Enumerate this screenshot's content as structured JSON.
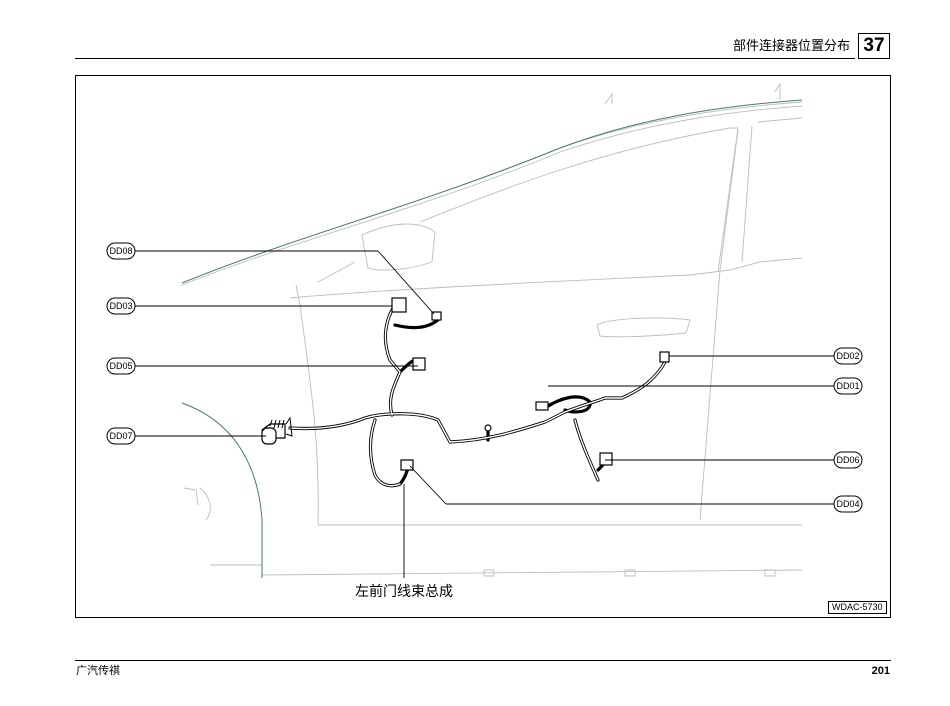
{
  "header": {
    "section_title": "部件连接器位置分布",
    "section_number": "37"
  },
  "figure": {
    "connectors": {
      "DD08": "DD08",
      "DD03": "DD03",
      "DD05": "DD05",
      "DD07": "DD07",
      "DD02": "DD02",
      "DD01": "DD01",
      "DD06": "DD06",
      "DD04": "DD04"
    },
    "assembly_label": "左前门线束总成",
    "figure_code": "WDAC-5730"
  },
  "footer": {
    "brand": "广汽传祺",
    "page_number": "201"
  }
}
